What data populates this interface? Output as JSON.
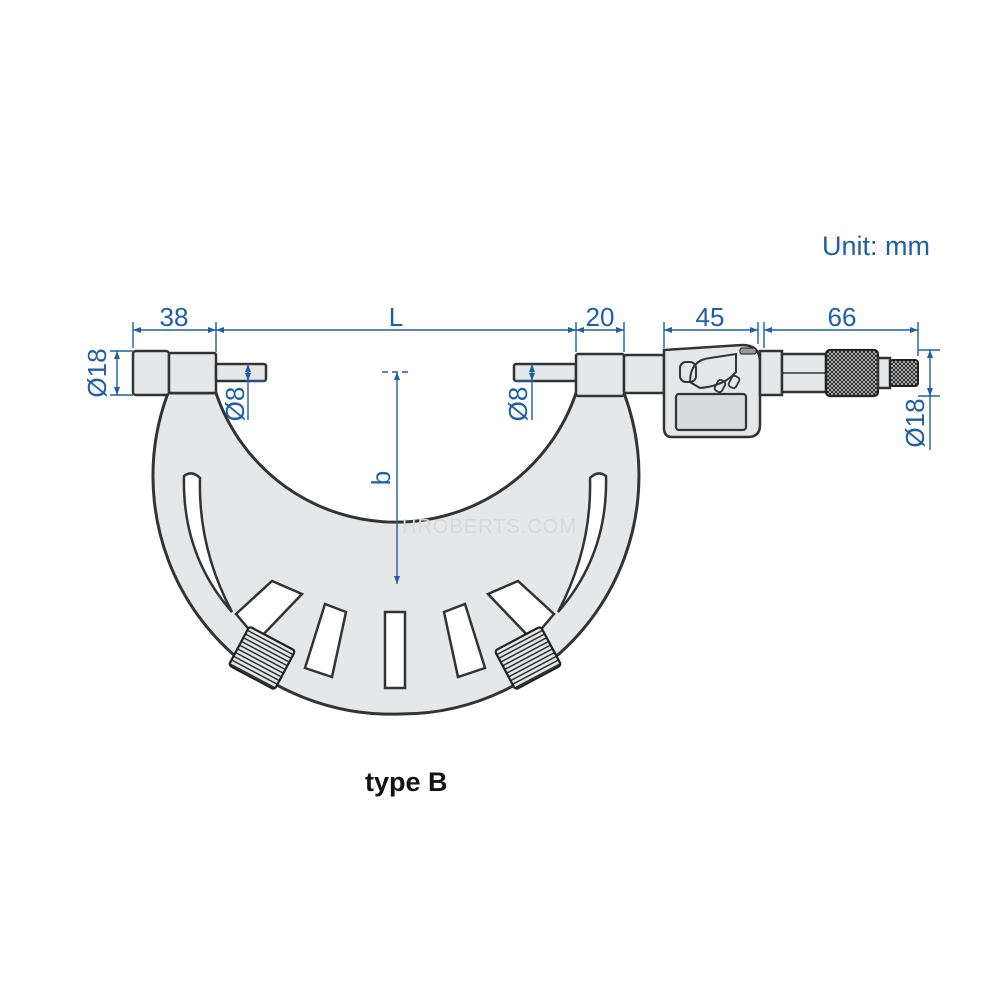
{
  "unit_label": "Unit: mm",
  "caption": "type B",
  "watermark": "HROBERTS.COM",
  "dimensions": {
    "anvil_head_length": "38",
    "span": "L",
    "spindle_barrel_length": "20",
    "display_length": "45",
    "thimble_length": "66",
    "anvil_head_diameter": "Ø18",
    "anvil_diameter": "Ø8",
    "spindle_diameter": "Ø8",
    "thimble_diameter": "Ø18",
    "throat_depth": "b"
  },
  "colors": {
    "dimension": "#1f5fa8",
    "frame_fill": "#e6e7e8",
    "outline": "#333333",
    "caption": "#111111"
  }
}
